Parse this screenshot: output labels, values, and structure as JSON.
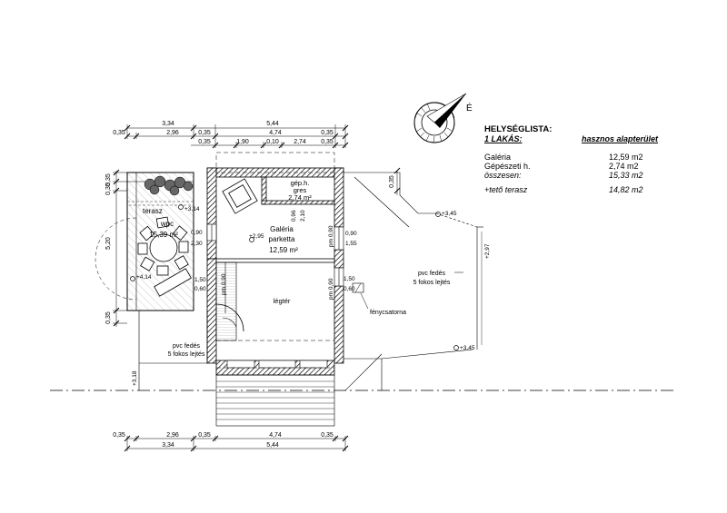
{
  "north_label": "É",
  "legend": {
    "title": "HELYSÉGLISTA:",
    "unit_label": "1 LAKÁS:",
    "area_header": "hasznos alapterület",
    "rows": [
      {
        "name": "Galéria",
        "value": "12,59 m2"
      },
      {
        "name": "Gépészeti h.",
        "value": "2,74 m2"
      }
    ],
    "total": {
      "name": "összesen:",
      "value": "15,33 m2"
    },
    "terrace": {
      "name": "+tető terasz",
      "value": "14,82 m2"
    }
  },
  "rooms": {
    "terrace_name": "terasz",
    "terrace_floor": "wpc",
    "terrace_area": "15,39 m²",
    "gallery_name": "Galéria",
    "gallery_floor": "parketta",
    "gallery_area": "12,59 m²",
    "mech_name": "gép.h.",
    "mech_floor": "gres",
    "mech_area": "2,74 m²",
    "void": "légtér",
    "pvc_right_1": "pvc fedés",
    "pvc_right_2": "5 fokos lejtés",
    "pvc_left_1": "pvc fedés",
    "pvc_left_2": "5 fokos lejtés",
    "skylight": "fénycsatorna"
  },
  "dimensions": {
    "top_row1": [
      "3,34",
      "5,44"
    ],
    "top_row2": [
      "0,35",
      "2,96",
      "0,35",
      "4,74",
      "0,35"
    ],
    "top_row3": [
      "0,35",
      "1,90",
      "0,10",
      "2,74",
      "0,35"
    ],
    "bottom_row1": [
      "0,35",
      "2,96",
      "0,35",
      "4,74",
      "0,35"
    ],
    "bottom_row2": [
      "3,34",
      "5,44"
    ],
    "left_side": [
      "0,35",
      "0,35",
      "5,20",
      "0,35"
    ],
    "right_side": [
      "0,35"
    ],
    "levels": [
      "+3,14",
      "+2,95",
      "+4,14",
      "+3,45",
      "+3,45",
      "+2,97",
      "+3,18"
    ],
    "openings": [
      "0,90",
      "2,30",
      "1,50",
      "0,60",
      "0,90",
      "1,55",
      "1,50",
      "0,60",
      "pm 0,90",
      "pm 0,90",
      "pm 0,90",
      "0,96",
      "2,10"
    ]
  }
}
